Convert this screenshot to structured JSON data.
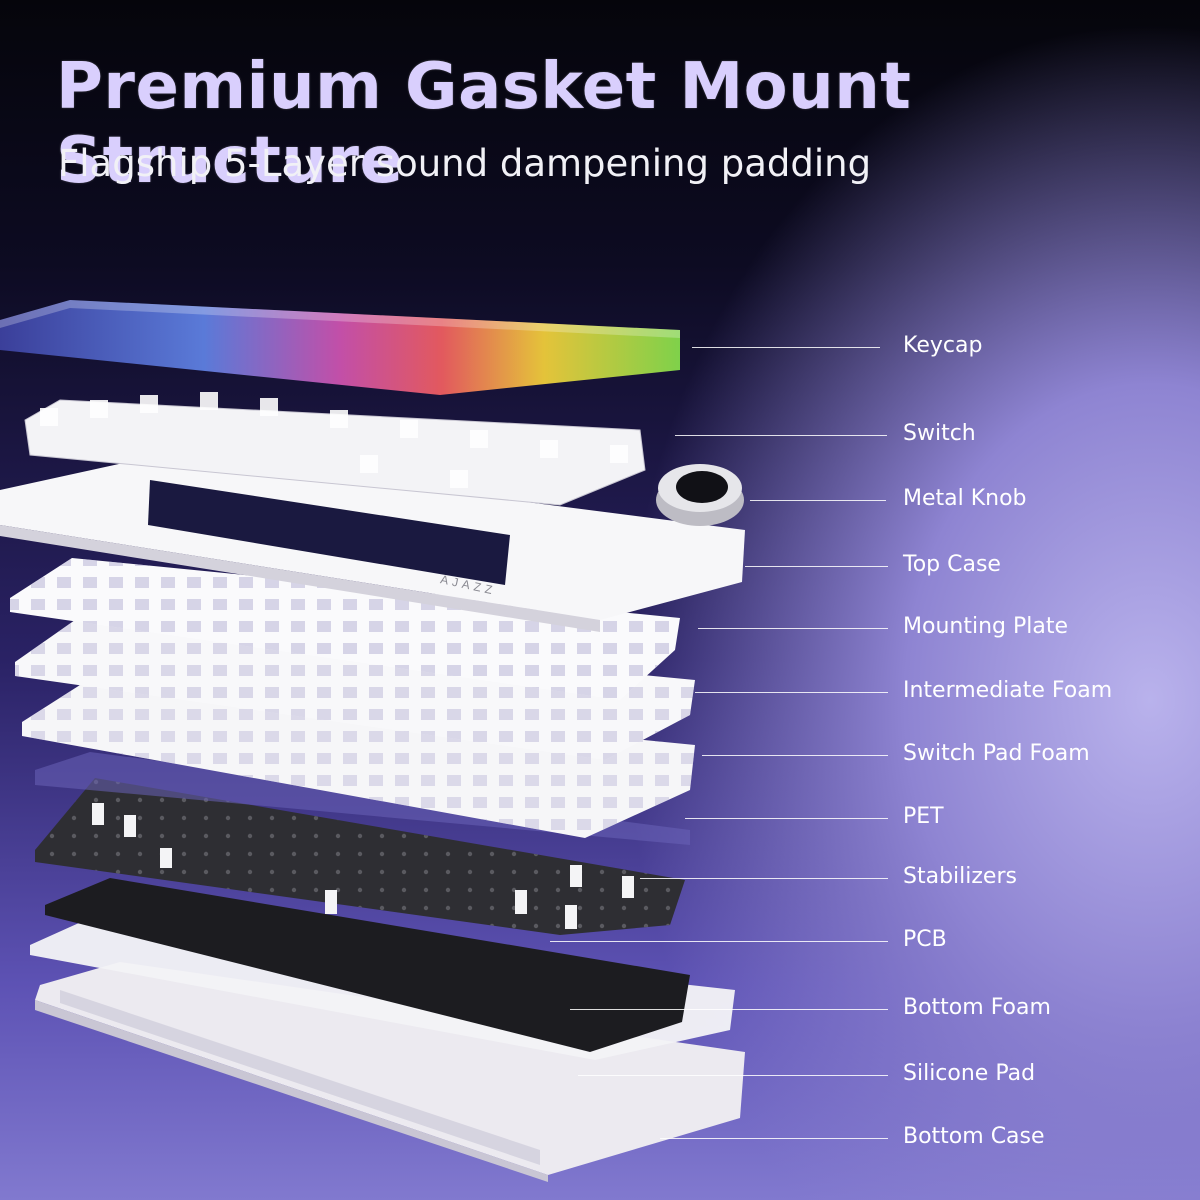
{
  "header": {
    "title": "Premium Gasket Mount Structure",
    "subtitle": "Flagship 5-Layer sound dampening padding"
  },
  "brand": {
    "logo": "AJAZZ"
  },
  "layers": [
    {
      "label": "Keycap"
    },
    {
      "label": "Switch"
    },
    {
      "label": "Metal Knob"
    },
    {
      "label": "Top Case"
    },
    {
      "label": "Mounting Plate"
    },
    {
      "label": "Intermediate Foam"
    },
    {
      "label": "Switch Pad Foam"
    },
    {
      "label": "PET"
    },
    {
      "label": "Stabilizers"
    },
    {
      "label": "PCB"
    },
    {
      "label": "Bottom Foam"
    },
    {
      "label": "Silicone Pad"
    },
    {
      "label": "Bottom Case"
    }
  ],
  "colors": {
    "title": "#d9cffd",
    "label": "#ffffff",
    "case": "#f2f2f4",
    "pcb": "#2a2a2e"
  }
}
